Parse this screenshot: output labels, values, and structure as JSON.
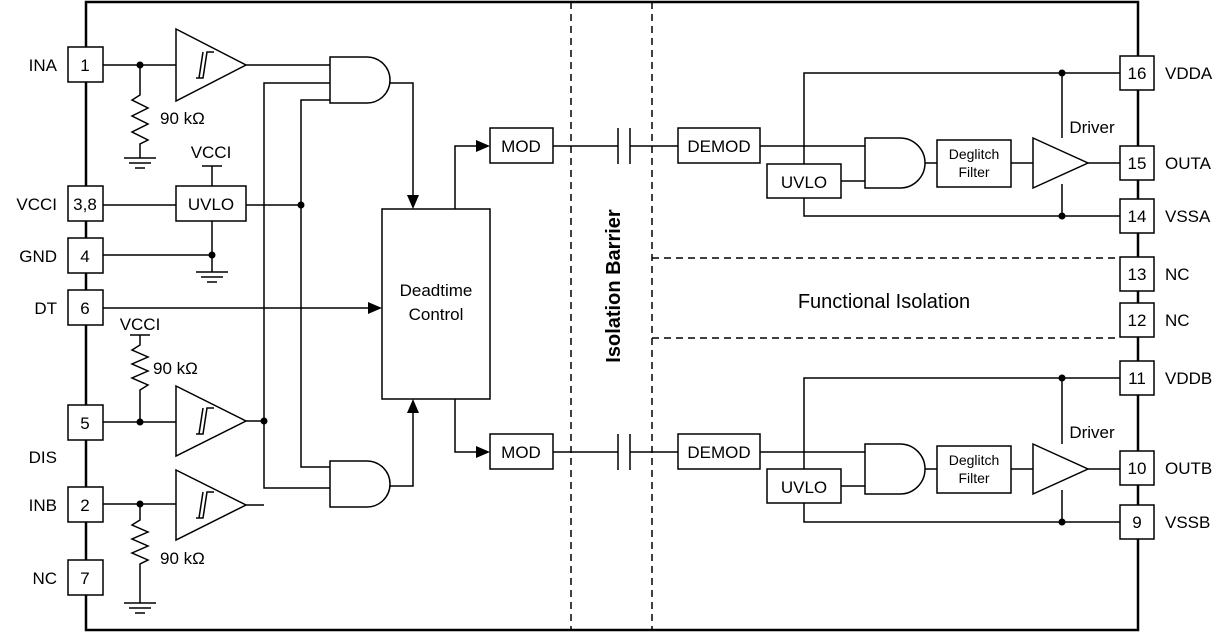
{
  "pins_left": [
    {
      "num": "1",
      "name": "INA"
    },
    {
      "num": "3,8",
      "name": "VCCI"
    },
    {
      "num": "4",
      "name": "GND"
    },
    {
      "num": "6",
      "name": "DT"
    },
    {
      "num": "5",
      "name": "DIS"
    },
    {
      "num": "2",
      "name": "INB"
    },
    {
      "num": "7",
      "name": "NC"
    }
  ],
  "pins_right": [
    {
      "num": "16",
      "name": "VDDA"
    },
    {
      "num": "15",
      "name": "OUTA"
    },
    {
      "num": "14",
      "name": "VSSA"
    },
    {
      "num": "13",
      "name": "NC"
    },
    {
      "num": "12",
      "name": "NC"
    },
    {
      "num": "11",
      "name": "VDDB"
    },
    {
      "num": "10",
      "name": "OUTB"
    },
    {
      "num": "9",
      "name": "VSSB"
    }
  ],
  "resistor_label": "90 kΩ",
  "vcci_label": "VCCI",
  "uvlo_label": "UVLO",
  "deadtime_line1": "Deadtime",
  "deadtime_line2": "Control",
  "mod_label": "MOD",
  "demod_label": "DEMOD",
  "deglitch_line1": "Deglitch",
  "deglitch_line2": "Filter",
  "driver_label": "Driver",
  "isolation_barrier_label": "Isolation Barrier",
  "functional_isolation_label": "Functional Isolation"
}
